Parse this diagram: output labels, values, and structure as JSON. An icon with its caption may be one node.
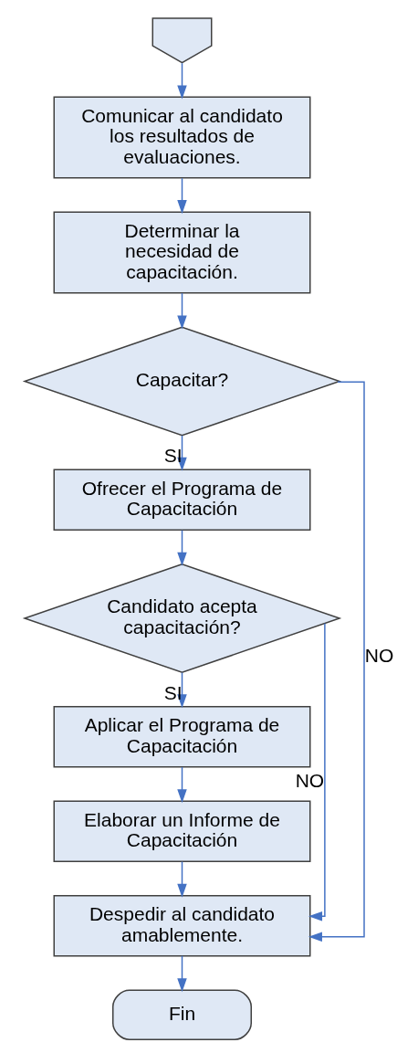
{
  "diagram": {
    "nodes": [
      {
        "text": [],
        "shape": "pentagon"
      },
      {
        "text": [
          "Comunicar al candidato los resultados de evaluaciones."
        ]
      },
      {
        "text": [
          "Determinar la necesidad de capacitación."
        ]
      },
      {
        "text": [
          "Capacitar?"
        ]
      },
      {
        "text": [
          "Ofrecer el Programa de Capacitación"
        ]
      },
      {
        "text": [
          "Candidato acepta capacitación?"
        ]
      },
      {
        "text": [
          "Aplicar el Programa de Capacitación"
        ]
      },
      {
        "text": [
          "Elaborar un Informe de Capacitación"
        ]
      },
      {
        "text": [
          "Despedir al candidato amablemente."
        ]
      },
      {
        "text": [
          "Fin"
        ]
      }
    ],
    "edges": [
      {
        "from": 0,
        "to": 1,
        "arrow": "to"
      },
      {
        "from": 1,
        "to": 2,
        "arrow": "to"
      },
      {
        "from": 2,
        "to": 3,
        "arrow": "to"
      },
      {
        "from": 3,
        "to": 4,
        "arrow": "to",
        "label": "SI"
      },
      {
        "from": 4,
        "to": 5,
        "arrow": "to"
      },
      {
        "from": 5,
        "to": 6,
        "arrow": "to",
        "label": "SI"
      },
      {
        "from": 6,
        "to": 7,
        "arrow": "to"
      },
      {
        "from": 7,
        "to": 8,
        "arrow": "to"
      },
      {
        "from": 3,
        "to": 8,
        "arrow": "to",
        "label": "NO"
      },
      {
        "from": 5,
        "to": 8,
        "arrow": "to",
        "label": "NO"
      },
      {
        "from": 8,
        "to": 9,
        "arrow": "to"
      }
    ]
  }
}
